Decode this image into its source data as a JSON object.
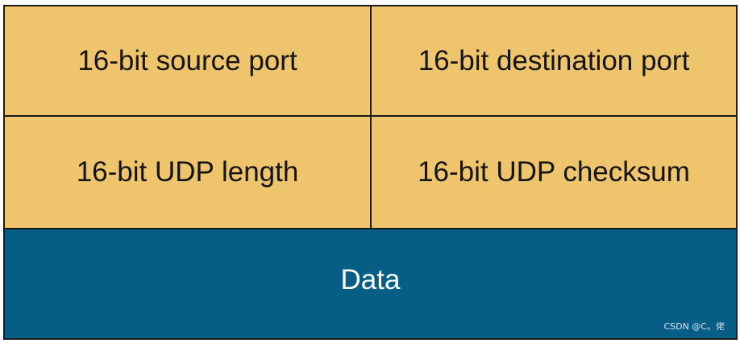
{
  "diagram": {
    "header_row1": {
      "source_port": "16-bit source port",
      "destination_port": "16-bit destination port"
    },
    "header_row2": {
      "udp_length": "16-bit UDP length",
      "udp_checksum": "16-bit UDP checksum"
    },
    "data_label": "Data"
  },
  "watermark": "CSDN @C。佬",
  "colors": {
    "header_fill": "#eec46c",
    "data_fill": "#065e86",
    "border": "#1a1a1a",
    "header_text": "#141414",
    "data_text": "#ffffff"
  }
}
